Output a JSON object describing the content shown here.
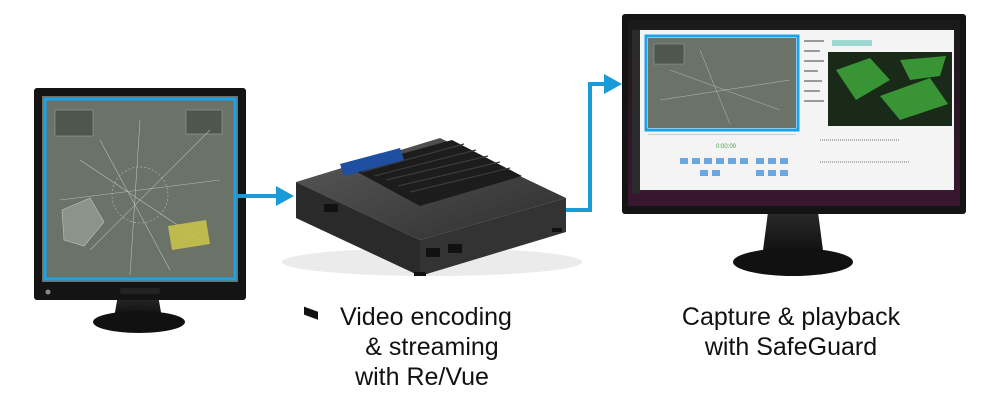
{
  "colors": {
    "arrow": "#1a9ad6",
    "monitor_bezel": "#141414",
    "atc_background": "#6b7368",
    "highlight_frame": "#1aa3e8",
    "device_body": "#3d3d3d",
    "radar_zone": "#c8c24a",
    "terrain_green": "#3ea73b"
  },
  "icons": [
    "monitor-icon",
    "encoder-box-icon",
    "arrow-right-icon",
    "arrow-up-right-icon"
  ],
  "captions": {
    "encoding": [
      "Video encoding",
      "& streaming",
      "with Re/Vue"
    ],
    "playback": [
      "Capture & playback",
      "with SafeGuard"
    ]
  }
}
